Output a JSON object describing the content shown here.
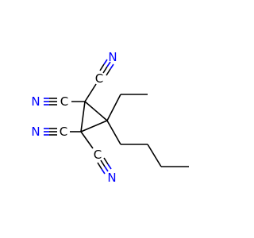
{
  "molecule": {
    "atom_labels": {
      "nitrile_top": "N",
      "nitrile_upper_left": "N",
      "nitrile_lower_left": "N",
      "nitrile_bottom": "N",
      "carbon_top": "C",
      "carbon_upper_left": "C",
      "carbon_lower_left": "C",
      "carbon_bottom": "C"
    },
    "colors": {
      "carbon": "#000000",
      "nitrogen": "#0000ff"
    }
  }
}
